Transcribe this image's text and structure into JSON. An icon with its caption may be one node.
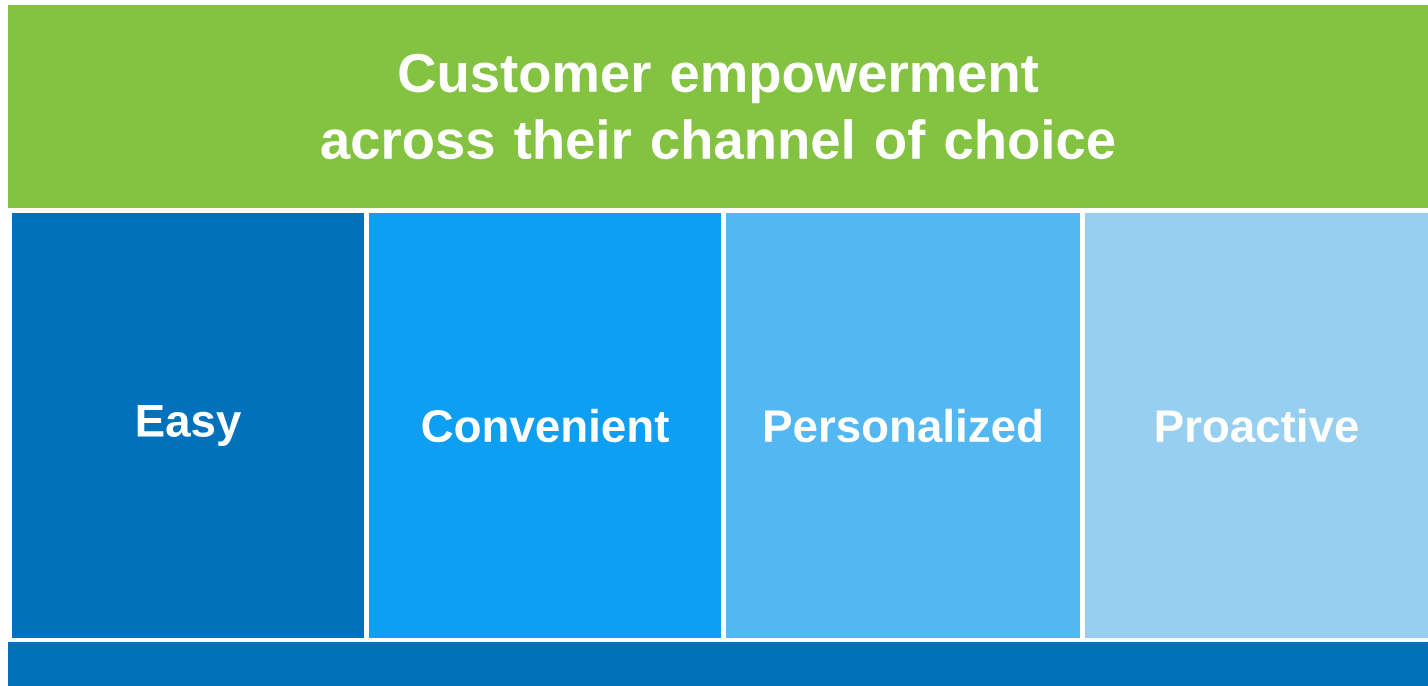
{
  "diagram": {
    "nodes": [
      {
        "text": [
          "Customer empowerment across their channel of choice"
        ]
      },
      {
        "text": [
          "Easy"
        ]
      },
      {
        "text": [
          "Convenient"
        ]
      },
      {
        "text": [
          "Personalized"
        ]
      },
      {
        "text": [
          "Proactive"
        ]
      },
      {
        "text": [],
        "shape": "bar"
      }
    ]
  }
}
